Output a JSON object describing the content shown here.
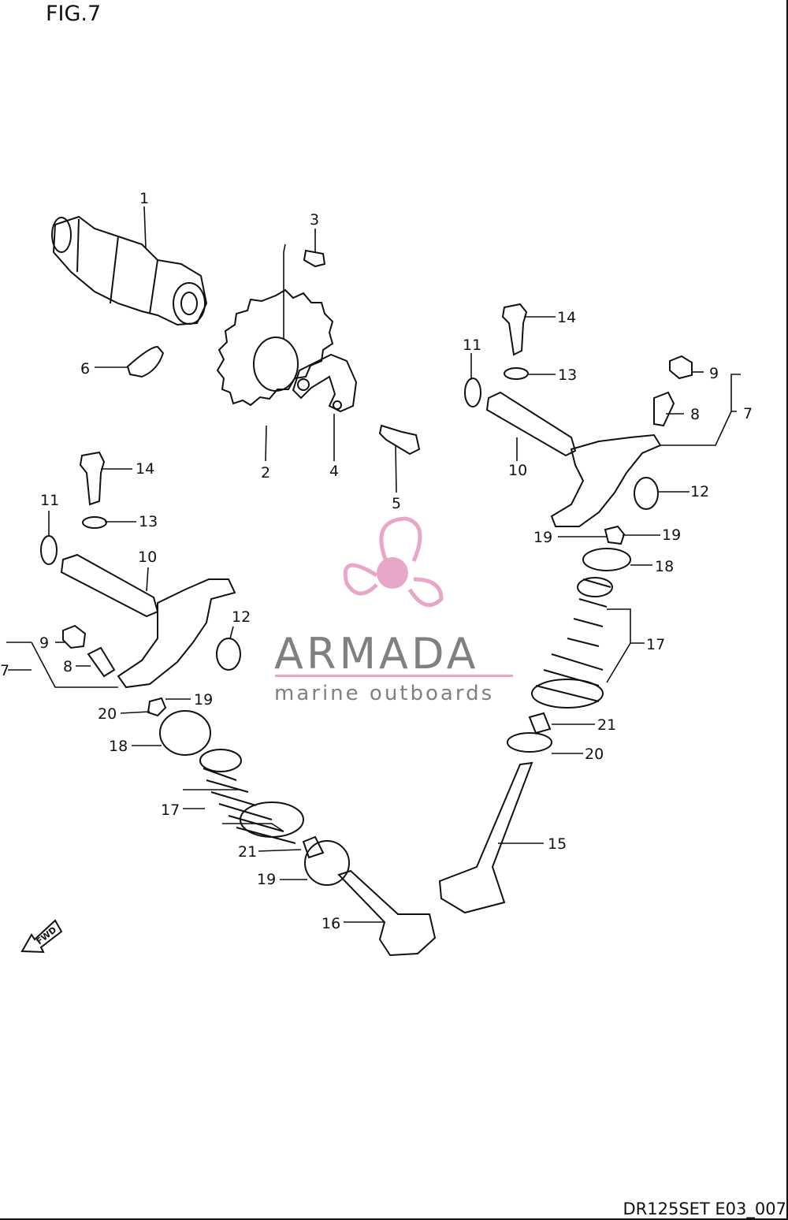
{
  "figure": {
    "title": "FIG.7",
    "code": "DR125SET E03_007"
  },
  "watermark": {
    "brand": "ARMADA",
    "tagline": "marine outboards",
    "logo_icon": "propeller-icon",
    "colors": {
      "accent": "#e8a6c8",
      "text": "#808080"
    }
  },
  "fwd_label": "FWD",
  "callouts": [
    "1",
    "2",
    "3",
    "4",
    "5",
    "6",
    "7",
    "8",
    "9",
    "10",
    "11",
    "12",
    "13",
    "14",
    "15",
    "16",
    "17",
    "18",
    "19",
    "20",
    "21",
    "7",
    "8",
    "9",
    "10",
    "11",
    "12",
    "13",
    "14",
    "17",
    "18",
    "19",
    "19",
    "20",
    "21",
    "19"
  ]
}
